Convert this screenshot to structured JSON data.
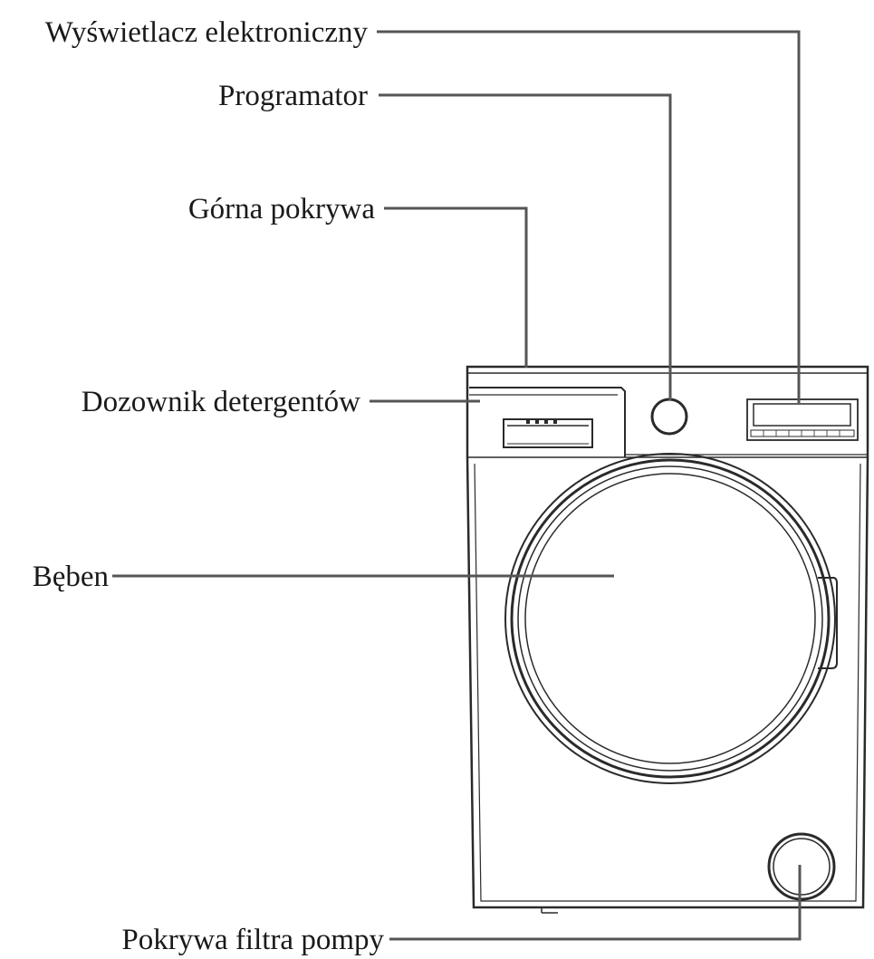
{
  "callouts": {
    "display": "Wyświetlacz elektroniczny",
    "programmer": "Programator",
    "top_cover": "Górna pokrywa",
    "detergent_dispenser": "Dozownik detergentów",
    "drum": "Bęben",
    "pump_filter_cover": "Pokrywa filtra pompy"
  },
  "colors": {
    "line": "#555555",
    "outline": "#2a2a2a",
    "text": "#1a1a1a",
    "background": "#ffffff"
  }
}
